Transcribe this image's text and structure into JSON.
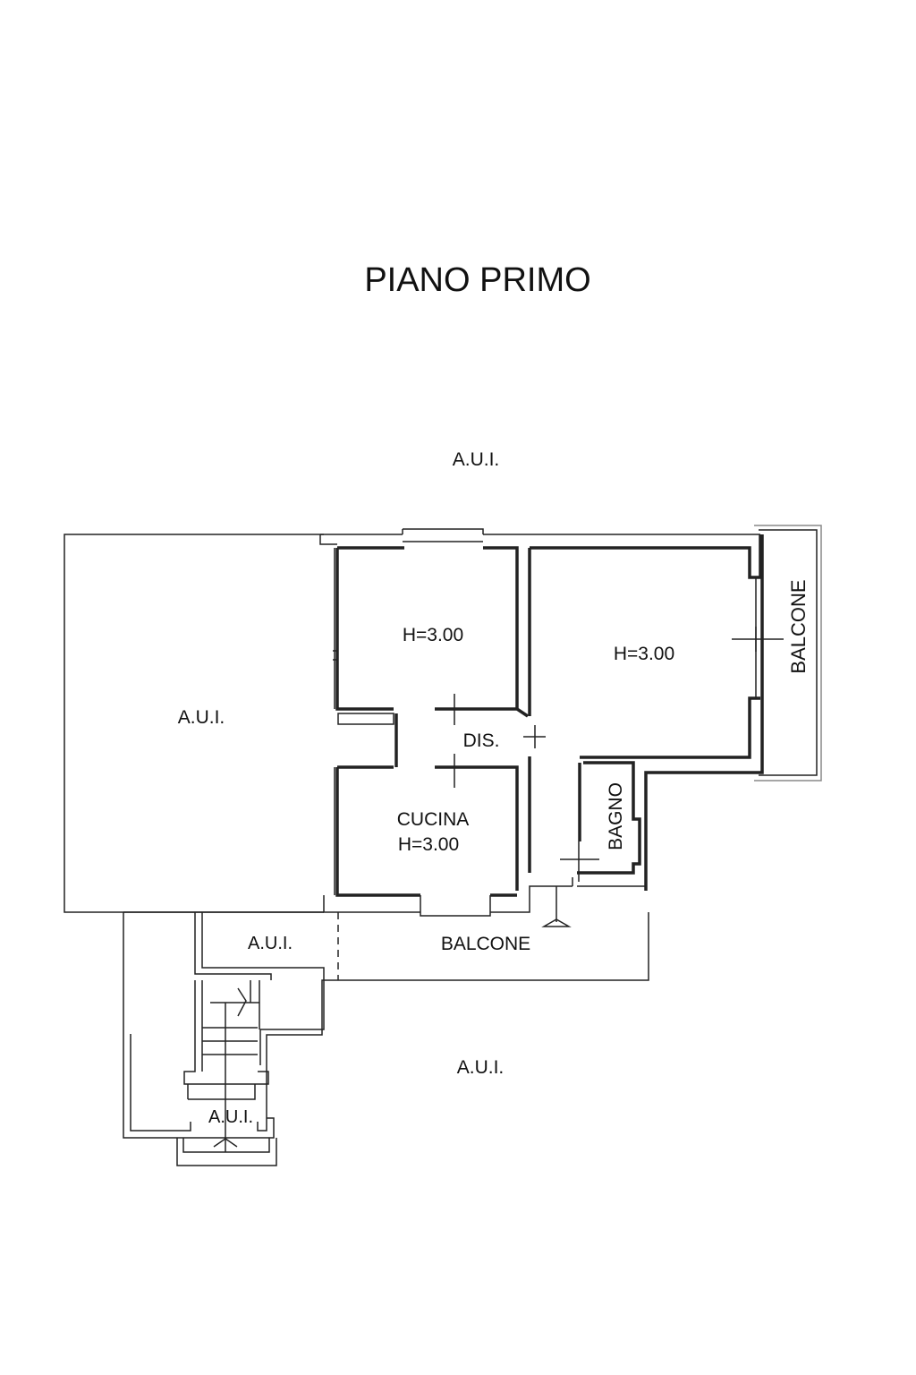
{
  "title": "PIANO PRIMO",
  "labels": {
    "aui_top": "A.U.I.",
    "aui_left": "A.U.I.",
    "aui_balcony_left": "A.U.I.",
    "aui_bottom_right": "A.U.I.",
    "aui_stairs": "A.U.I.",
    "room1_height": "H=3.00",
    "room2_height": "H=3.00",
    "dis": "DIS.",
    "kitchen_name": "CUCINA",
    "kitchen_height": "H=3.00",
    "bagno": "BAGNO",
    "balcone_right": "BALCONE",
    "balcone_bottom": "BALCONE"
  },
  "colors": {
    "line": "#222222",
    "background": "#ffffff"
  }
}
